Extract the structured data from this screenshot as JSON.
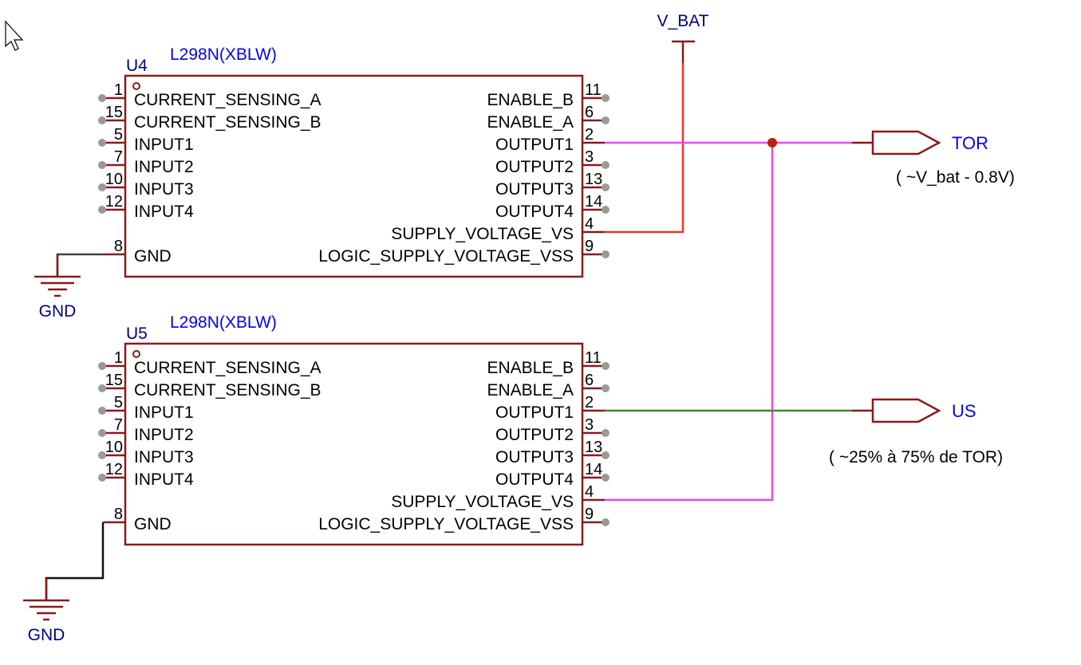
{
  "schematic": {
    "colors": {
      "symbol": "#8b1a1a",
      "pin_end": "#999999",
      "wire_tor": "#ee44ee",
      "wire_vbat": "#ee3322",
      "wire_us": "#3a8a2a",
      "wire_gnd": "#111111",
      "junction": "#bb2211",
      "refdes": "#000080",
      "value": "#0000ff",
      "text": "#000000"
    },
    "components": [
      {
        "refdes": "U4",
        "value": "L298N(XBLW)",
        "left_pins": [
          {
            "num": "1",
            "name": "CURRENT_SENSING_A",
            "connected": false
          },
          {
            "num": "15",
            "name": "CURRENT_SENSING_B",
            "connected": false
          },
          {
            "num": "5",
            "name": "INPUT1",
            "connected": false
          },
          {
            "num": "7",
            "name": "INPUT2",
            "connected": false
          },
          {
            "num": "10",
            "name": "INPUT3",
            "connected": false
          },
          {
            "num": "12",
            "name": "INPUT4",
            "connected": false
          },
          {
            "num": "8",
            "name": "GND",
            "connected": true
          }
        ],
        "right_pins": [
          {
            "num": "11",
            "name": "ENABLE_B",
            "connected": false
          },
          {
            "num": "6",
            "name": "ENABLE_A",
            "connected": false
          },
          {
            "num": "2",
            "name": "OUTPUT1",
            "connected": true
          },
          {
            "num": "3",
            "name": "OUTPUT2",
            "connected": false
          },
          {
            "num": "13",
            "name": "OUTPUT3",
            "connected": false
          },
          {
            "num": "14",
            "name": "OUTPUT4",
            "connected": false
          },
          {
            "num": "4",
            "name": "SUPPLY_VOLTAGE_VS",
            "connected": true
          },
          {
            "num": "9",
            "name": "LOGIC_SUPPLY_VOLTAGE_VSS",
            "connected": false
          }
        ]
      },
      {
        "refdes": "U5",
        "value": "L298N(XBLW)",
        "left_pins": [
          {
            "num": "1",
            "name": "CURRENT_SENSING_A",
            "connected": false
          },
          {
            "num": "15",
            "name": "CURRENT_SENSING_B",
            "connected": false
          },
          {
            "num": "5",
            "name": "INPUT1",
            "connected": false
          },
          {
            "num": "7",
            "name": "INPUT2",
            "connected": false
          },
          {
            "num": "10",
            "name": "INPUT3",
            "connected": false
          },
          {
            "num": "12",
            "name": "INPUT4",
            "connected": false
          },
          {
            "num": "8",
            "name": "GND",
            "connected": true
          }
        ],
        "right_pins": [
          {
            "num": "11",
            "name": "ENABLE_B",
            "connected": false
          },
          {
            "num": "6",
            "name": "ENABLE_A",
            "connected": false
          },
          {
            "num": "2",
            "name": "OUTPUT1",
            "connected": true
          },
          {
            "num": "3",
            "name": "OUTPUT2",
            "connected": false
          },
          {
            "num": "13",
            "name": "OUTPUT3",
            "connected": false
          },
          {
            "num": "14",
            "name": "OUTPUT4",
            "connected": false
          },
          {
            "num": "4",
            "name": "SUPPLY_VOLTAGE_VS",
            "connected": true
          },
          {
            "num": "9",
            "name": "LOGIC_SUPPLY_VOLTAGE_VSS",
            "connected": false
          }
        ]
      }
    ],
    "power": {
      "vbat_label": "V_BAT",
      "gnd_label": "GND"
    },
    "net_ports": [
      {
        "name": "TOR",
        "note": "( ~V_bat - 0.8V)"
      },
      {
        "name": "US",
        "note": "( ~25% à 75% de TOR)"
      }
    ]
  }
}
